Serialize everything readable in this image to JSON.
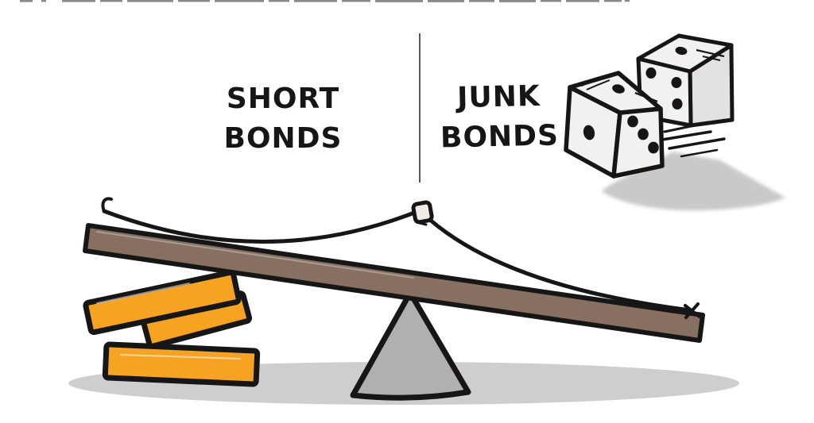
{
  "labels": {
    "left_line1": "SHORT",
    "left_line2": "BONDS",
    "right_line1": "JUNK",
    "right_line2": "BONDS"
  },
  "colors": {
    "background": "#ffffff",
    "ink": "#161616",
    "divider_gray": "#5b5b5b",
    "plank_brown": "#877061",
    "gold_bar_orange": "#f6a323",
    "fulcrum_gray": "#b2b0ae",
    "ground_shadow_gray": "#cecece",
    "dice_shadow_gray": "#c9c9c9",
    "dice_face_white": "#f2f1ef",
    "dice_face_shaded": "#e3e2e0",
    "knot_cream": "#f0ebe4",
    "top_crop_marks": "#2a2a2a"
  }
}
